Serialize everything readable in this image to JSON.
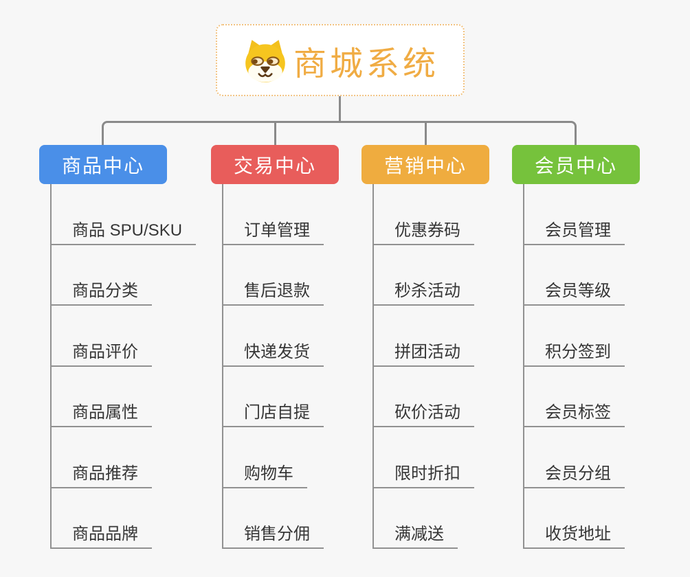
{
  "root": {
    "title": "商城系统",
    "icon": "dog-face-icon"
  },
  "branches": [
    {
      "id": "product-center",
      "label": "商品中心",
      "color": "#4a8fe8",
      "items": [
        "商品 SPU/SKU",
        "商品分类",
        "商品评价",
        "商品属性",
        "商品推荐",
        "商品品牌"
      ]
    },
    {
      "id": "trade-center",
      "label": "交易中心",
      "color": "#e85d5b",
      "items": [
        "订单管理",
        "售后退款",
        "快递发货",
        "门店自提",
        "购物车",
        "销售分佣"
      ]
    },
    {
      "id": "marketing-center",
      "label": "营销中心",
      "color": "#efac3f",
      "items": [
        "优惠券码",
        "秒杀活动",
        "拼团活动",
        "砍价活动",
        "限时折扣",
        "满减送"
      ]
    },
    {
      "id": "member-center",
      "label": "会员中心",
      "color": "#76c23c",
      "items": [
        "会员管理",
        "会员等级",
        "积分签到",
        "会员标签",
        "会员分组",
        "收货地址"
      ]
    }
  ],
  "colors": {
    "background": "#f7f7f7",
    "connector": "#8a8a8a",
    "item_line": "#919191",
    "item_text": "#363636",
    "root_border": "#f2c382",
    "root_text": "#f0ac44",
    "root_background": "#ffffff"
  }
}
